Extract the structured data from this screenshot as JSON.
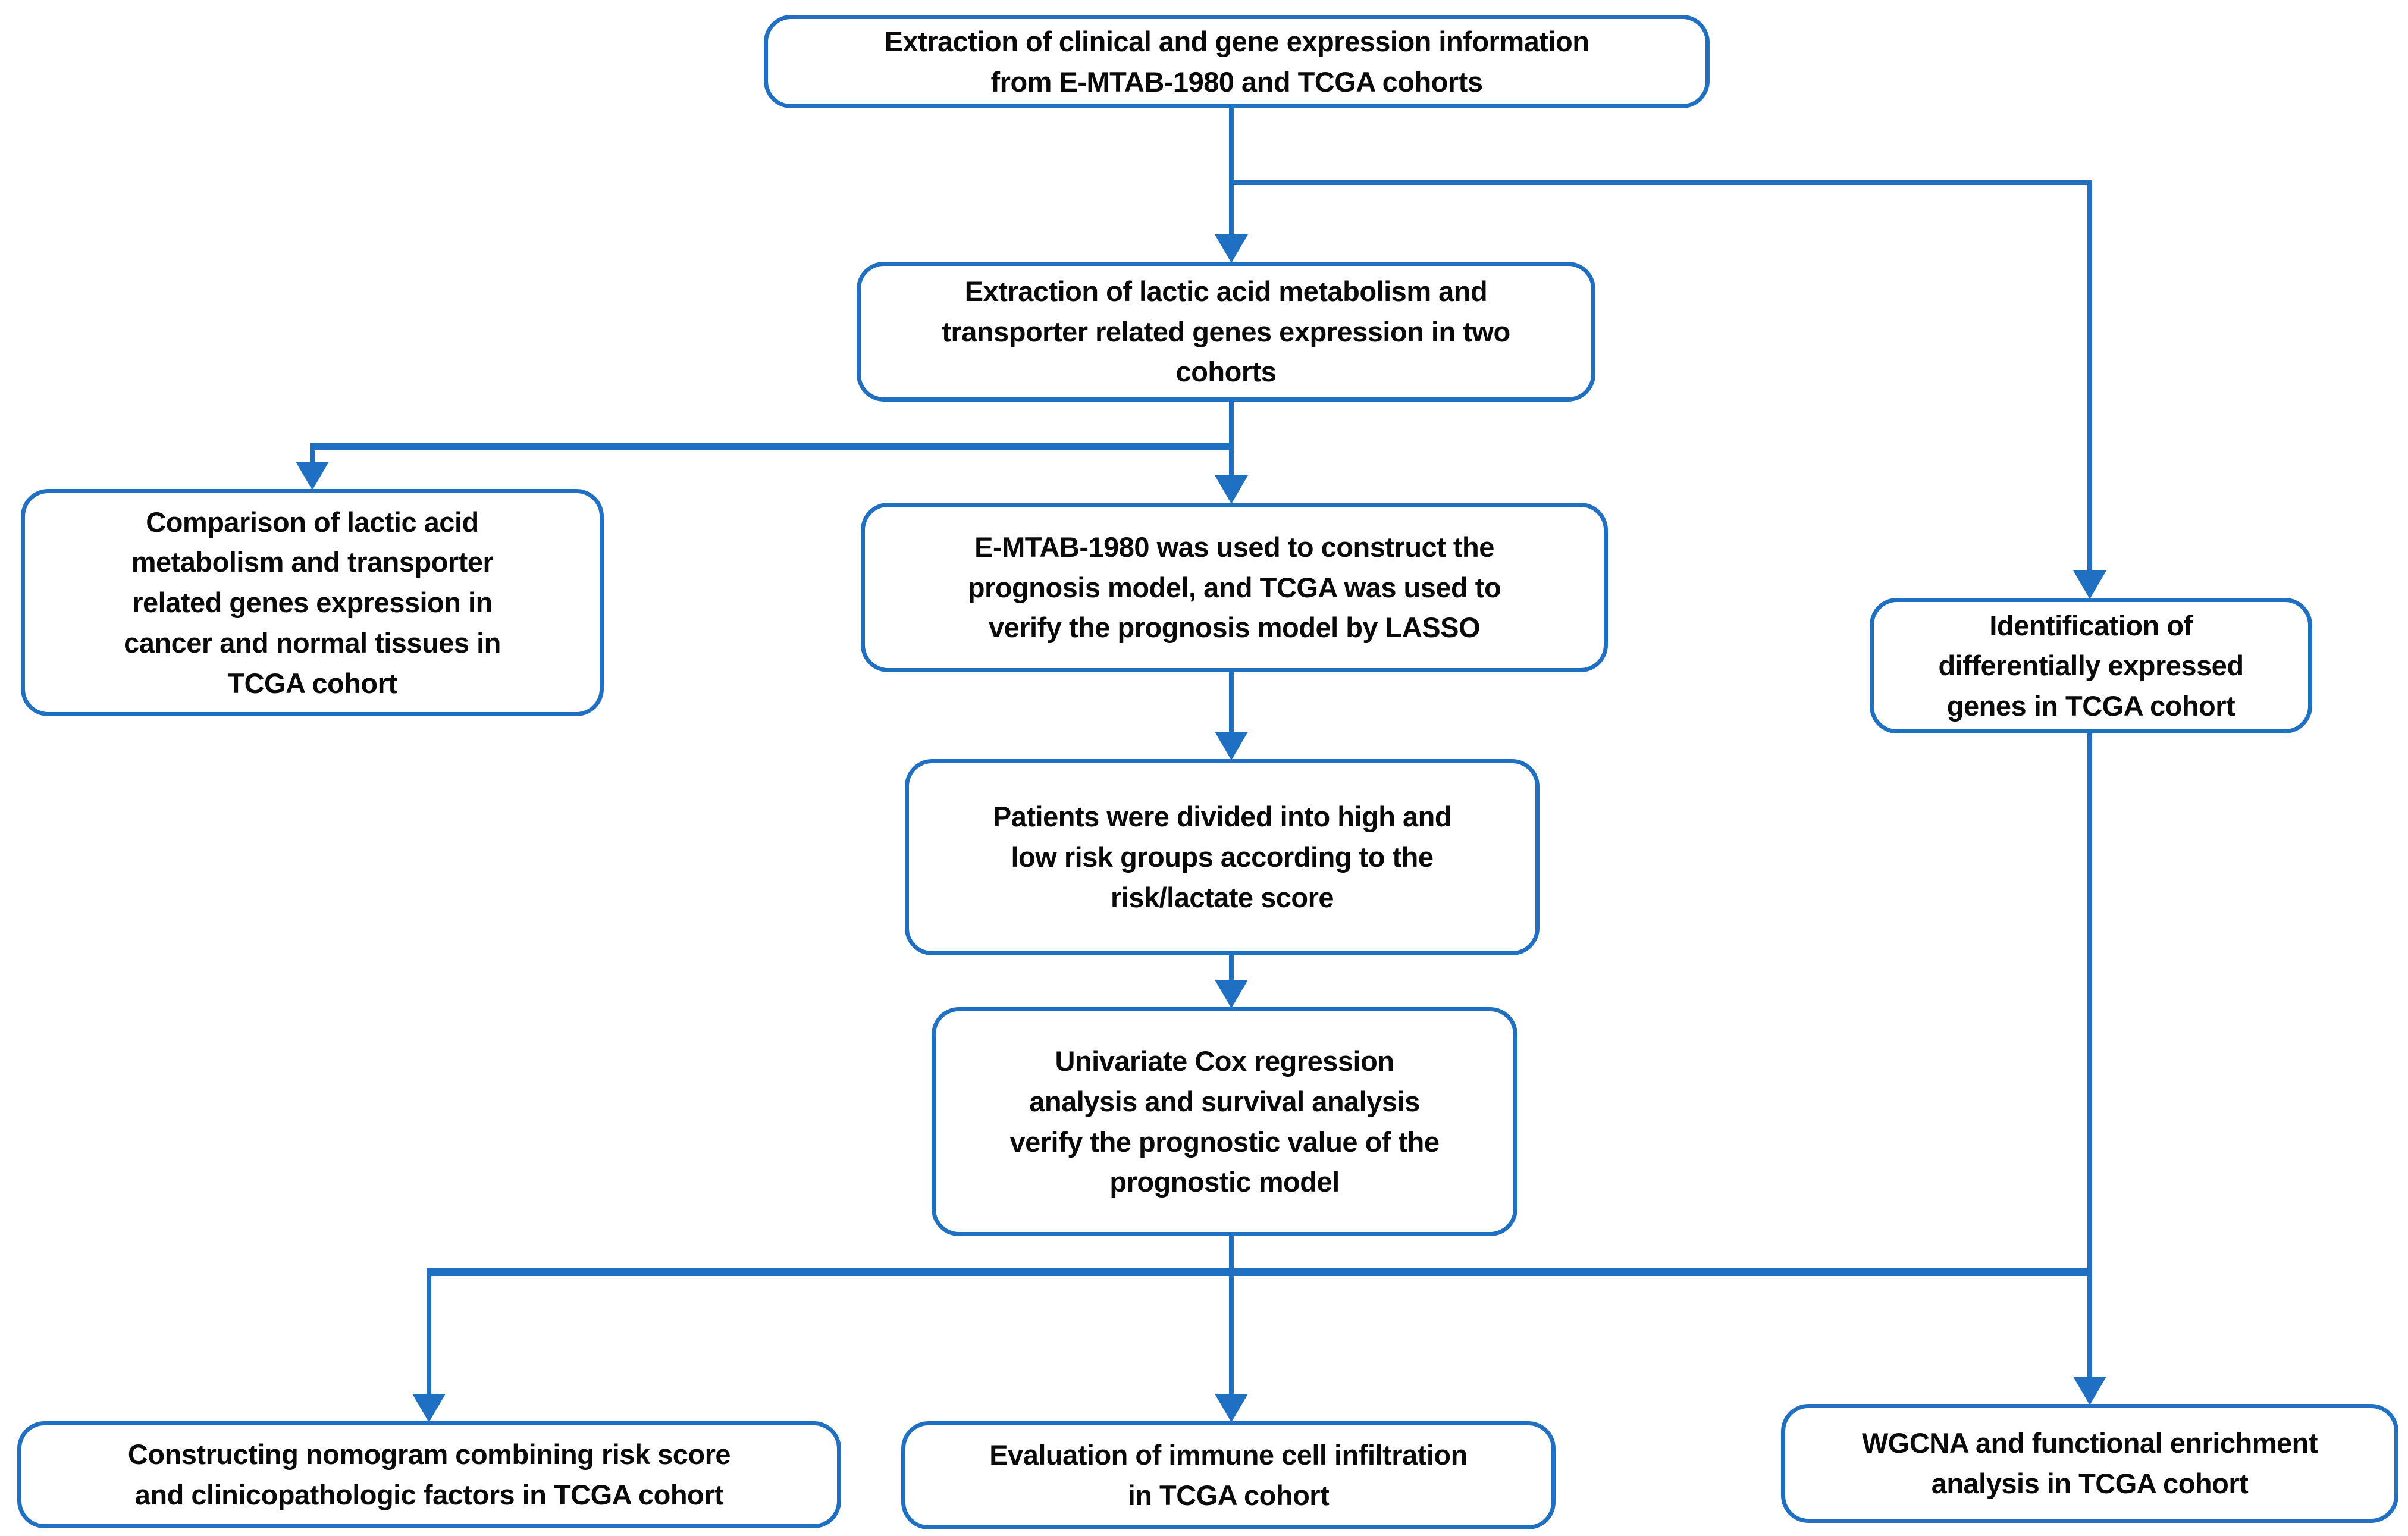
{
  "diagram": {
    "type": "flowchart",
    "colors": {
      "line": "#1F70C2",
      "node_border": "#1F70C2",
      "node_fill": "#FFFFFF",
      "text": "#0A0A0A",
      "background": "#FFFFFF"
    },
    "nodes": [
      {
        "id": "extract-info",
        "text": "Extraction of clinical and gene expression information\nfrom E-MTAB-1980 and TCGA cohorts"
      },
      {
        "id": "extract-genes",
        "text": "Extraction of lactic acid metabolism and\ntransporter related genes expression in two\ncohorts"
      },
      {
        "id": "comparison",
        "text": "Comparison of lactic acid\nmetabolism and transporter\nrelated genes expression in\ncancer and normal tissues in\nTCGA cohort"
      },
      {
        "id": "prognosis-model",
        "text": "E-MTAB-1980 was used to construct the\nprognosis model, and TCGA was used to\nverify the prognosis model by LASSO"
      },
      {
        "id": "identification",
        "text": "Identification of\ndifferentially expressed\ngenes in TCGA cohort"
      },
      {
        "id": "risk-groups",
        "text": "Patients were divided into high and\nlow risk groups according to the\nrisk/lactate score"
      },
      {
        "id": "cox-validation",
        "text": "Univariate Cox regression\nanalysis and survival analysis\nverify the prognostic value of the\nprognostic model"
      },
      {
        "id": "nomogram",
        "text": "Constructing nomogram combining risk score\nand clinicopathologic factors in TCGA cohort"
      },
      {
        "id": "immune",
        "text": "Evaluation of immune cell infiltration\nin TCGA cohort"
      },
      {
        "id": "wgcna",
        "text": "WGCNA and functional enrichment\nanalysis in TCGA cohort"
      }
    ]
  }
}
